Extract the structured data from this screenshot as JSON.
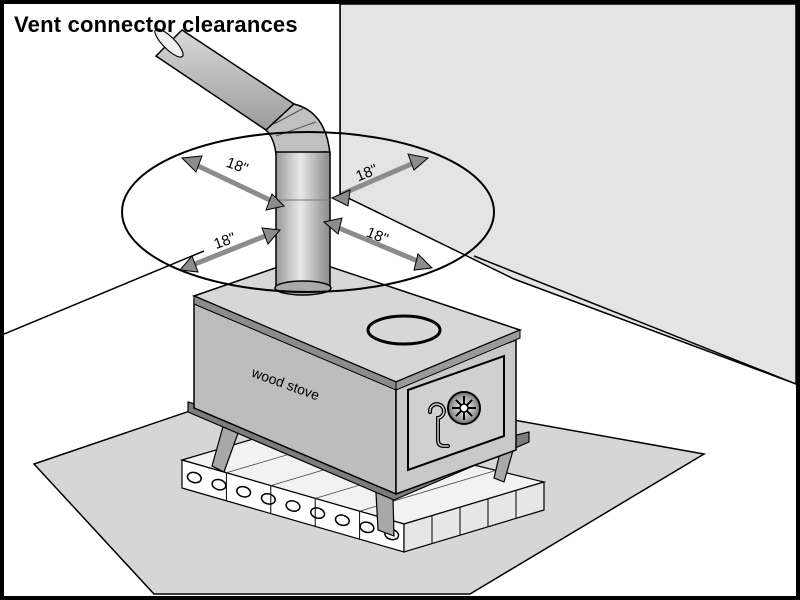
{
  "title": "Vent connector clearances",
  "stove_label": "wood stove",
  "clearances": {
    "back_left": "18\"",
    "back_right": "18\"",
    "front_left": "18\"",
    "front_right": "18\""
  },
  "colors": {
    "background": "#ffffff",
    "frame": "#000000",
    "wall": "#e6e6e6",
    "stove_body": "#bdbdbd",
    "stove_top": "#cfcfcf",
    "pipe": "#c8c8c8",
    "floor_pad": "#d9d9d9",
    "arrow": "#8c8c8c"
  }
}
